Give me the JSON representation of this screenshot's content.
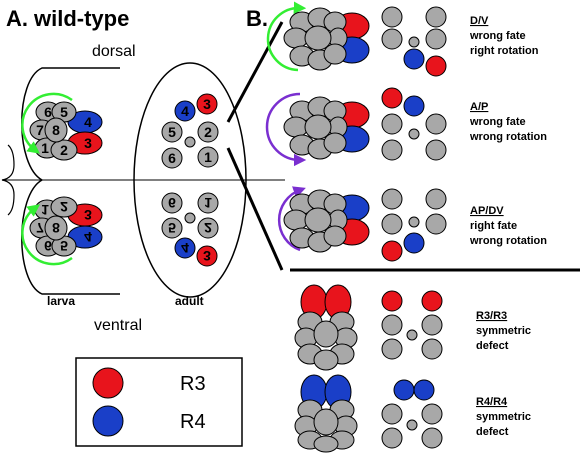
{
  "panel_a": {
    "letter": "A.",
    "title": "wild-type",
    "dorsal": "dorsal",
    "ventral": "ventral",
    "larva": "larva",
    "adult": "adult",
    "larva_top_nums": [
      "6",
      "5",
      "7",
      "8",
      "1",
      "2",
      "4",
      "3"
    ],
    "larva_bottom_nums": [
      "6",
      "5",
      "7",
      "8",
      "1",
      "2",
      "4",
      "3"
    ],
    "adult_top_nums": [
      "4",
      "3",
      "5",
      "2",
      "6",
      "1"
    ],
    "adult_bottom_nums": [
      "6",
      "1",
      "5",
      "2",
      "4",
      "3"
    ]
  },
  "legend": {
    "r3": "R3",
    "r4": "R4"
  },
  "panel_b": {
    "letter": "B.",
    "rows": [
      {
        "title": "D/V",
        "line1": "wrong fate",
        "line2": "right rotation"
      },
      {
        "title": "A/P",
        "line1": "wrong fate",
        "line2": "wrong rotation"
      },
      {
        "title": "AP/DV",
        "line1": "right fate",
        "line2": "wrong rotation"
      },
      {
        "title": "R3/R3",
        "line1": "symmetric",
        "line2": "defect"
      },
      {
        "title": "R4/R4",
        "line1": "symmetric",
        "line2": "defect"
      }
    ]
  },
  "colors": {
    "r3": "#e8141c",
    "r4": "#1a3fc8",
    "gray": "#a8a8a8",
    "arrow_green": "#33ee33",
    "arrow_purple": "#7a2fd0"
  }
}
